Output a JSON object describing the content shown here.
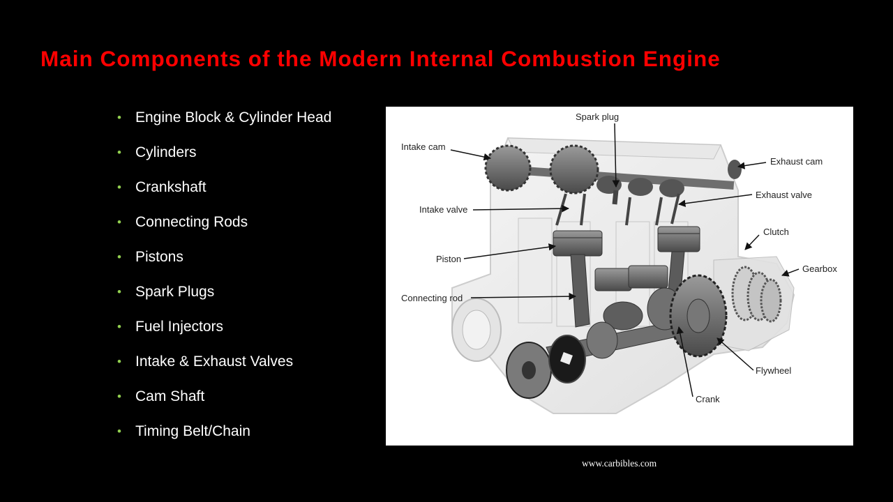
{
  "slide": {
    "title": "Main Components of the Modern Internal Combustion Engine",
    "title_color": "#ff0000",
    "background": "#000000",
    "bullet_color": "#92d050",
    "bullets": [
      "Engine Block & Cylinder Head",
      "Cylinders",
      "Crankshaft",
      "Connecting Rods",
      "Pistons",
      "Spark Plugs",
      "Fuel Injectors",
      "Intake & Exhaust Valves",
      "Cam Shaft",
      "Timing Belt/Chain"
    ],
    "source": "www.carbibles.com"
  },
  "diagram": {
    "labels": {
      "spark_plug": "Spark plug",
      "intake_cam": "Intake cam",
      "exhaust_cam": "Exhaust cam",
      "exhaust_valve": "Exhaust valve",
      "intake_valve": "Intake valve",
      "clutch": "Clutch",
      "piston": "Piston",
      "gearbox": "Gearbox",
      "connecting_rod": "Connecting rod",
      "flywheel": "Flywheel",
      "crank": "Crank"
    }
  }
}
